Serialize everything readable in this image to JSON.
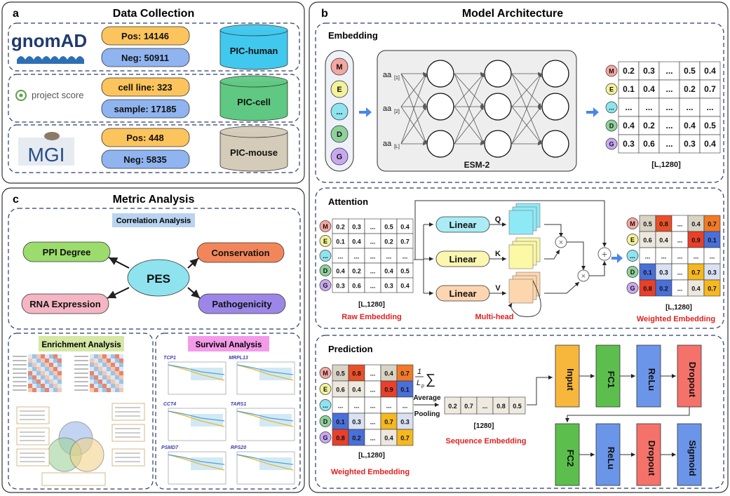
{
  "panel_a": {
    "letter": "a",
    "title": "Data Collection",
    "rows": [
      {
        "logo": "gnomAD",
        "logo_icon": "gnomad-mountain-logo",
        "box1": "Pos: 14146",
        "box2": "Neg: 50911",
        "dataset": "PIC-human",
        "dataset_color": "#41c8ee"
      },
      {
        "logo": "project score",
        "logo_icon": "project-score-target-logo",
        "box1": "cell line: 323",
        "box2": "sample: 17185",
        "dataset": "PIC-cell",
        "dataset_color": "#5fc882"
      },
      {
        "logo": "MGI",
        "logo_icon": "mouse-logo",
        "box1": "Pos: 448",
        "box2": "Neg: 5835",
        "dataset": "PIC-mouse",
        "dataset_color": "#d4cbb8"
      }
    ]
  },
  "panel_b": {
    "letter": "b",
    "title": "Model Architecture",
    "embedding": {
      "label": "Embedding",
      "tokens": [
        "M",
        "E",
        "...",
        "D",
        "G"
      ],
      "token_colors": [
        "#f4a7a0",
        "#f4f29a",
        "#8ee3ee",
        "#8fd19a",
        "#c8a9f0"
      ],
      "aa_labels": [
        {
          "base": "aa",
          "sub": "[1]"
        },
        {
          "base": "aa",
          "sub": "[2]"
        },
        {
          "base": "aa",
          "sub": "[L]"
        }
      ],
      "model_name": "ESM-2",
      "matrix": [
        [
          "0.2",
          "0.3",
          "...",
          "0.5",
          "0.4"
        ],
        [
          "0.1",
          "0.4",
          "...",
          "0.2",
          "0.7"
        ],
        [
          "...",
          "...",
          "...",
          "...",
          "..."
        ],
        [
          "0.4",
          "0.2",
          "...",
          "0.4",
          "0.5"
        ],
        [
          "0.3",
          "0.6",
          "...",
          "0.3",
          "0.4"
        ]
      ],
      "matrix_label": "[L,1280]"
    },
    "attention": {
      "label": "Attention",
      "raw_label": "[L,1280]",
      "raw_caption": "Raw Embedding",
      "linear": [
        "Linear",
        "Linear",
        "Linear"
      ],
      "qkv": [
        "Q",
        "K",
        "V"
      ],
      "multihead": "Multi-head",
      "weighted_matrix": [
        [
          "0.5",
          "0.8",
          "...",
          "0.4",
          "0.7"
        ],
        [
          "0.6",
          "0.4",
          "...",
          "0.9",
          "0.1"
        ],
        [
          "...",
          "...",
          "...",
          "...",
          "..."
        ],
        [
          "0.1",
          "0.3",
          "...",
          "0.7",
          "0.3"
        ],
        [
          "0.8",
          "0.2",
          "...",
          "0.4",
          "0.7"
        ]
      ],
      "weighted_colors": [
        [
          "#d9d3c4",
          "#e8502a",
          "#ffffff",
          "#d9d3c4",
          "#f07a28"
        ],
        [
          "#ede8de",
          "#ede8de",
          "#ffffff",
          "#e8402a",
          "#4a6fd9"
        ],
        [
          "#ffffff",
          "#ffffff",
          "#ffffff",
          "#ffffff",
          "#ffffff"
        ],
        [
          "#4a6fd9",
          "#d9e1f2",
          "#ffffff",
          "#f6b820",
          "#d9e1f2"
        ],
        [
          "#e8402a",
          "#4a6fd9",
          "#ffffff",
          "#ede8de",
          "#f6b820"
        ]
      ],
      "weighted_label": "[L,1280]",
      "weighted_caption": "Weighted Embedding"
    },
    "prediction": {
      "label": "Prediction",
      "pool_formula_num": "1",
      "pool_formula_den": "L",
      "pool_formula_sub": "p",
      "pool_sigma": "∑",
      "pool_label_1": "Average",
      "pool_label_2": "Pooling",
      "weighted_label": "[L,1280]",
      "weighted_caption": "Weighted Embedding",
      "seq_values": [
        "0.2",
        "0.7",
        "...",
        "0.8",
        "0.5"
      ],
      "seq_label": "[1280]",
      "seq_caption": "Sequence Embedding",
      "layers_top": [
        {
          "name": "Input",
          "color": "#f6b73c"
        },
        {
          "name": "FC1",
          "color": "#5cbf4d"
        },
        {
          "name": "ReLu",
          "color": "#6b95e8"
        },
        {
          "name": "Dropout",
          "color": "#f4726a"
        }
      ],
      "layers_bottom": [
        {
          "name": "FC2",
          "color": "#5cbf4d"
        },
        {
          "name": "ReLu",
          "color": "#6b95e8"
        },
        {
          "name": "Dropout",
          "color": "#f4726a"
        },
        {
          "name": "Sigmoid",
          "color": "#6b95e8"
        }
      ]
    }
  },
  "panel_c": {
    "letter": "c",
    "title": "Metric Analysis",
    "correlation": {
      "label": "Correlation Analysis",
      "center": "PES",
      "nodes": [
        {
          "name": "PPI Degree",
          "color": "#9bdc6c"
        },
        {
          "name": "Conservation",
          "color": "#f2865a"
        },
        {
          "name": "RNA Expression",
          "color": "#f4b6c3"
        },
        {
          "name": "Pathogenicity",
          "color": "#9c87e8"
        }
      ]
    },
    "enrichment": {
      "label": "Enrichment Analysis"
    },
    "survival": {
      "label": "Survival Analysis",
      "genes": [
        "TCP1",
        "MRPL13",
        "CCT4",
        "TARS1",
        "PSMD7",
        "RPS20"
      ]
    }
  }
}
